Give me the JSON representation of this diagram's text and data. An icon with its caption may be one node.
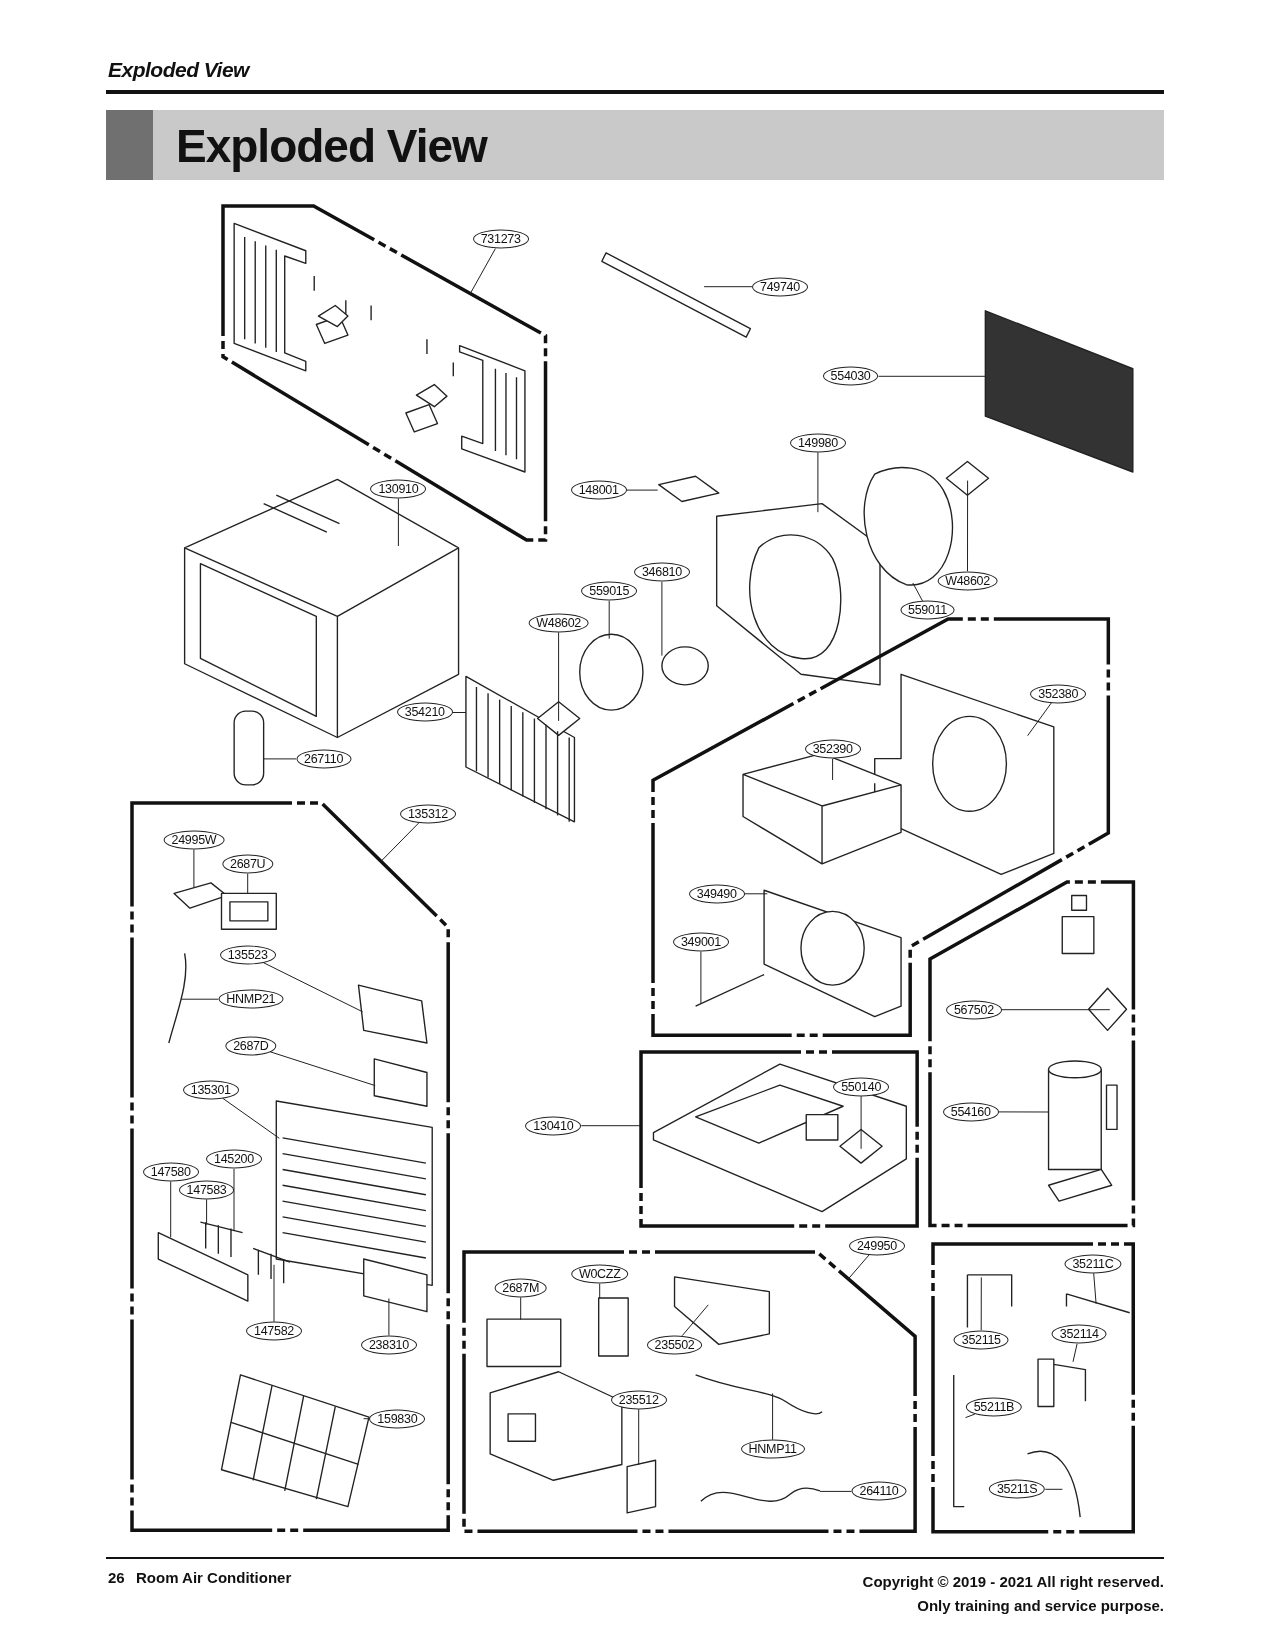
{
  "diagram": {
    "title": "Exploded View",
    "nodes": [
      {
        "text": [],
        "shape": "box"
      },
      {
        "text": [
          "731273"
        ]
      },
      {
        "text": [
          "749740"
        ]
      },
      {
        "text": [
          "554030"
        ]
      },
      {
        "text": [
          "149980"
        ]
      },
      {
        "text": [
          "148001"
        ]
      },
      {
        "text": [
          "130910"
        ]
      },
      {
        "text": [
          "W48602"
        ]
      },
      {
        "text": [
          "559011"
        ]
      },
      {
        "text": [
          "346810"
        ]
      },
      {
        "text": [
          "559015"
        ]
      },
      {
        "text": [
          "W48602"
        ]
      },
      {
        "text": [
          "354210"
        ]
      },
      {
        "text": [
          "267110"
        ]
      },
      {
        "text": [
          "135312"
        ]
      },
      {
        "text": [],
        "shape": "box"
      },
      {
        "text": [
          "24995W"
        ],
        "in": 15
      },
      {
        "text": [
          "2687U"
        ],
        "in": 15
      },
      {
        "text": [
          "135523"
        ],
        "in": 15
      },
      {
        "text": [
          "HNMP21"
        ],
        "in": 15
      },
      {
        "text": [
          "2687D"
        ],
        "in": 15
      },
      {
        "text": [
          "135301"
        ],
        "in": 15
      },
      {
        "text": [
          "145200"
        ],
        "in": 15
      },
      {
        "text": [
          "147580"
        ],
        "in": 15
      },
      {
        "text": [
          "147583"
        ],
        "in": 15
      },
      {
        "text": [
          "147582"
        ],
        "in": 15
      },
      {
        "text": [
          "238310"
        ],
        "in": 15
      },
      {
        "text": [
          "159830"
        ],
        "in": 15
      },
      {
        "text": [],
        "shape": "box"
      },
      {
        "text": [
          "352380"
        ],
        "in": 28
      },
      {
        "text": [
          "352390"
        ],
        "in": 28
      },
      {
        "text": [
          "349490"
        ],
        "in": 28
      },
      {
        "text": [
          "349001"
        ],
        "in": 28
      },
      {
        "text": [
          "130410"
        ]
      },
      {
        "text": [],
        "shape": "box"
      },
      {
        "text": [
          "550140"
        ],
        "in": 34
      },
      {
        "text": [],
        "shape": "box"
      },
      {
        "text": [
          "567502"
        ],
        "in": 36
      },
      {
        "text": [
          "554160"
        ],
        "in": 36
      },
      {
        "text": [
          "249950"
        ]
      },
      {
        "text": [],
        "shape": "box"
      },
      {
        "text": [
          "2687M"
        ],
        "in": 40
      },
      {
        "text": [
          "W0CZZ"
        ],
        "in": 40
      },
      {
        "text": [
          "235502"
        ],
        "in": 40
      },
      {
        "text": [
          "235512"
        ],
        "in": 40
      },
      {
        "text": [
          "HNMP11"
        ],
        "in": 40
      },
      {
        "text": [
          "264110"
        ],
        "in": 40
      },
      {
        "text": [],
        "shape": "box"
      },
      {
        "text": [
          "35211C"
        ],
        "in": 47
      },
      {
        "text": [
          "352115"
        ],
        "in": 47
      },
      {
        "text": [
          "352114"
        ],
        "in": 47
      },
      {
        "text": [
          "55211B"
        ],
        "in": 47
      },
      {
        "text": [
          "35211S"
        ],
        "in": 47
      }
    ],
    "edges": [
      {
        "from": 1,
        "to": 0,
        "arrow": "none"
      },
      {
        "from": 2,
        "to": null,
        "arrow": "none"
      },
      {
        "from": 3,
        "to": null,
        "arrow": "none"
      },
      {
        "from": 4,
        "to": null,
        "arrow": "none"
      },
      {
        "from": 5,
        "to": null,
        "arrow": "none"
      },
      {
        "from": 6,
        "to": null,
        "arrow": "none"
      },
      {
        "from": 7,
        "to": null,
        "arrow": "none"
      },
      {
        "from": 8,
        "to": null,
        "arrow": "none"
      },
      {
        "from": 9,
        "to": null,
        "arrow": "none"
      },
      {
        "from": 10,
        "to": null,
        "arrow": "none"
      },
      {
        "from": 11,
        "to": null,
        "arrow": "none"
      },
      {
        "from": 12,
        "to": null,
        "arrow": "none"
      },
      {
        "from": 13,
        "to": null,
        "arrow": "none"
      },
      {
        "from": 14,
        "to": 15,
        "arrow": "none"
      },
      {
        "from": 16,
        "to": null,
        "arrow": "none"
      },
      {
        "from": 17,
        "to": null,
        "arrow": "none"
      },
      {
        "from": 18,
        "to": null,
        "arrow": "none"
      },
      {
        "from": 19,
        "to": null,
        "arrow": "none"
      },
      {
        "from": 20,
        "to": null,
        "arrow": "none"
      },
      {
        "from": 21,
        "to": null,
        "arrow": "none"
      },
      {
        "from": 22,
        "to": null,
        "arrow": "none"
      },
      {
        "from": 23,
        "to": null,
        "arrow": "none"
      },
      {
        "from": 24,
        "to": null,
        "arrow": "none"
      },
      {
        "from": 25,
        "to": null,
        "arrow": "none"
      },
      {
        "from": 26,
        "to": null,
        "arrow": "none"
      },
      {
        "from": 27,
        "to": null,
        "arrow": "none"
      },
      {
        "from": 29,
        "to": null,
        "arrow": "none"
      },
      {
        "from": 30,
        "to": null,
        "arrow": "none"
      },
      {
        "from": 31,
        "to": null,
        "arrow": "none"
      },
      {
        "from": 32,
        "to": null,
        "arrow": "none"
      },
      {
        "from": 33,
        "to": 34,
        "arrow": "none"
      },
      {
        "from": 35,
        "to": null,
        "arrow": "none"
      },
      {
        "from": 37,
        "to": null,
        "arrow": "none"
      },
      {
        "from": 38,
        "to": null,
        "arrow": "none"
      },
      {
        "from": 39,
        "to": 40,
        "arrow": "none"
      },
      {
        "from": 41,
        "to": null,
        "arrow": "none"
      },
      {
        "from": 42,
        "to": null,
        "arrow": "none"
      },
      {
        "from": 43,
        "to": null,
        "arrow": "none"
      },
      {
        "from": 44,
        "to": null,
        "arrow": "none"
      },
      {
        "from": 45,
        "to": null,
        "arrow": "none"
      },
      {
        "from": 46,
        "to": null,
        "arrow": "none"
      },
      {
        "from": 48,
        "to": null,
        "arrow": "none"
      },
      {
        "from": 49,
        "to": null,
        "arrow": "none"
      },
      {
        "from": 50,
        "to": null,
        "arrow": "none"
      },
      {
        "from": 51,
        "to": null,
        "arrow": "none"
      },
      {
        "from": 52,
        "to": null,
        "arrow": "none"
      }
    ],
    "labels": [
      "Exploded View",
      "26",
      "Room Air Conditioner",
      "Copyright © 2019 - 2021 All right reserved.",
      "Only training and service purpose."
    ]
  }
}
